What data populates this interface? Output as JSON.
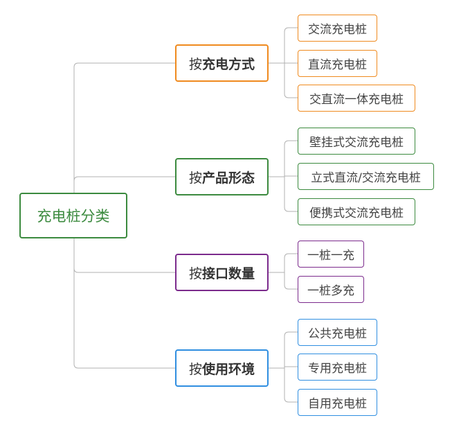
{
  "root": {
    "label": "充电桩分类",
    "color": "#3b8a3e"
  },
  "branches": [
    {
      "prefix": "按",
      "label": "充电方式",
      "color": "#ef8a1e",
      "leaves": [
        "交流充电桩",
        "直流充电桩",
        "交直流一体充电桩"
      ]
    },
    {
      "prefix": "按",
      "label": "产品形态",
      "color": "#3b8a3e",
      "leaves": [
        "壁挂式交流充电桩",
        "立式直流/交流充电桩",
        "便携式交流充电桩"
      ]
    },
    {
      "prefix": "按",
      "label": "接口数量",
      "color": "#7b2a8c",
      "leaves": [
        "一桩一充",
        "一桩多充"
      ]
    },
    {
      "prefix": "按",
      "label": "使用环境",
      "color": "#2f8ee0",
      "leaves": [
        "公共充电桩",
        "专用充电桩",
        "自用充电桩"
      ]
    }
  ],
  "connector_color": "#b0b0b0"
}
